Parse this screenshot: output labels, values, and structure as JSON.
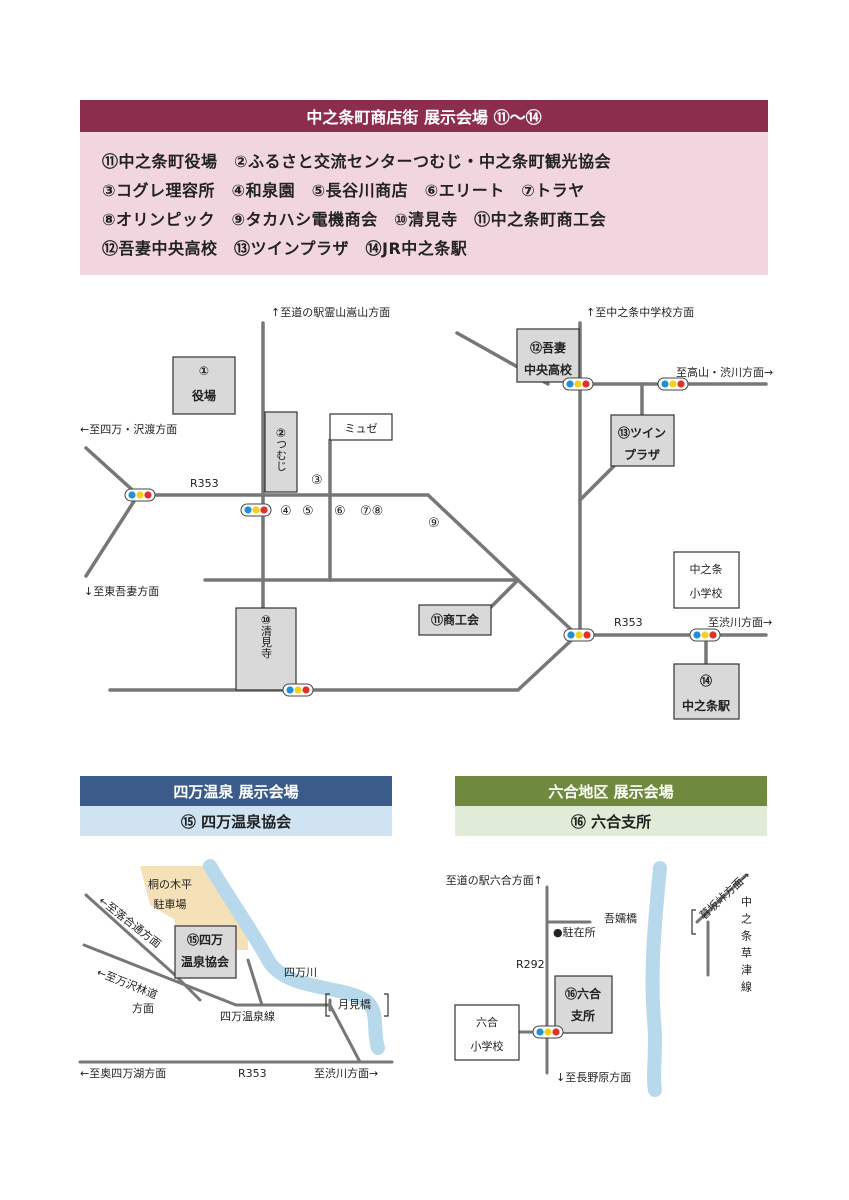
{
  "nakanojo": {
    "header": "中之条町商店街 展示会場 ⑪～⑭",
    "lines": [
      "⑪中之条町役場　②ふるさと交流センターつむじ・中之条町観光協会",
      "③コグレ理容所　④和泉園　⑤長谷川商店　⑥エリート　⑦トラヤ",
      "⑧オリンピック　⑨タカハシ電機商会　⑩清見寺　⑪中之条町商工会",
      "⑫吾妻中央高校　⑬ツインプラザ　⑭JR中之条駅"
    ],
    "map": {
      "dir_north1": "↑至道の駅霊山嵩山方面",
      "dir_north2": "↑至中之条中学校方面",
      "dir_west": "←至四万・沢渡方面",
      "dir_south": "↓至東吾妻方面",
      "dir_ne": "至高山・渋川方面→",
      "dir_east": "至渋川方面→",
      "road_r353_a": "R353",
      "road_r353_b": "R353",
      "yakuba_num": "①",
      "yakuba_label": "役場",
      "tsumuji_num": "②",
      "tsumuji_label": "つむじ",
      "muse_label": "ミュゼ",
      "n3": "③",
      "n4": "④",
      "n5": "⑤",
      "n6": "⑥",
      "n78": "⑦⑧",
      "n9": "⑨",
      "kiyomi_num": "⑩",
      "kiyomi_label": "清見寺",
      "shokokai_label": "⑪商工会",
      "agatsuma_label1": "⑫吾妻",
      "agatsuma_label2": "中央高校",
      "twin_label1": "⑬ツイン",
      "twin_label2": "プラザ",
      "school_label1": "中之条",
      "school_label2": "小学校",
      "station_num": "⑭",
      "station_label": "中之条駅"
    }
  },
  "shima": {
    "header": "四万温泉 展示会場",
    "sub": "⑮ 四万温泉協会",
    "map": {
      "parking1": "桐の木平",
      "parking2": "駐車場",
      "venue1": "⑮四万",
      "venue2": "温泉協会",
      "river": "四万川",
      "bridge": "月見橋",
      "route_line": "四万温泉線",
      "dir_ochiai1": "←至落合通方面",
      "dir_manzawa1": "←至万沢林道",
      "dir_manzawa2": "方面",
      "dir_okushima": "←至奥四万湖方面",
      "road": "R353",
      "dir_shibukawa": "至渋川方面→"
    }
  },
  "kuni": {
    "header": "六合地区 展示会場",
    "sub": "⑯ 六合支所",
    "map": {
      "dir_north": "至道の駅六合方面↑",
      "chuzaisho": "●駐在所",
      "bridge": "吾嬬橋",
      "road": "R292",
      "venue1": "⑯六合",
      "venue2": "支所",
      "school1": "六合",
      "school2": "小学校",
      "dir_south": "↓至長野原方面",
      "dir_kuresaka": "暮坂峠方面→",
      "kusatsu_line": "中之条草津線"
    }
  },
  "colors": {
    "maroon": "#8c2d4e",
    "pink": "#f1d6df",
    "blue": "#3b5b8a",
    "lightblue": "#cfe3f3",
    "green": "#6f8a3e",
    "lightgreen": "#e0ecd7",
    "road": "#777777",
    "building": "#d9d9d9",
    "river": "#b8d8ec",
    "parking": "#f4e1b8",
    "signal_blue": "#1f8fd6",
    "signal_yellow": "#f2d21b",
    "signal_red": "#e0312a"
  }
}
